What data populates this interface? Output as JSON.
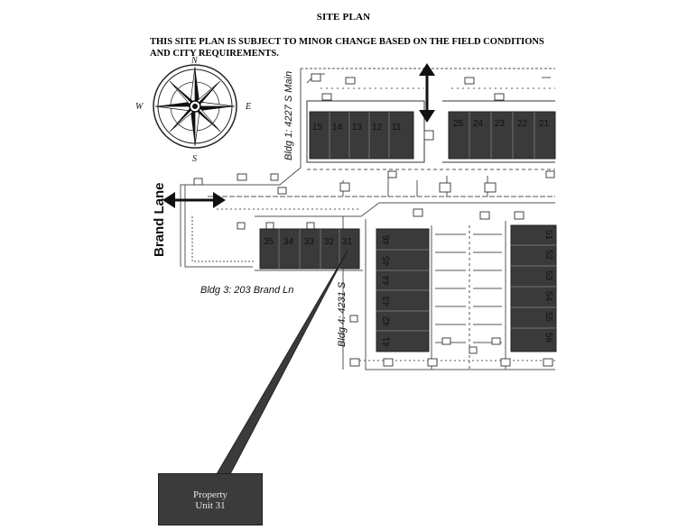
{
  "header": {
    "title": "SITE PLAN",
    "notice_line1": "THIS SITE PLAN IS SUBJECT TO MINOR CHANGE BASED ON THE FIELD CONDITIONS",
    "notice_line2": "AND CITY REQUIREMENTS."
  },
  "compass": {
    "n": "N",
    "s": "S",
    "e": "E",
    "w": "W"
  },
  "roads": {
    "brand_lane": "Brand Lane"
  },
  "buildings": {
    "bldg1": {
      "label": "Bldg 1: 4227 S Main",
      "units": [
        "15",
        "14",
        "13",
        "12",
        "11"
      ]
    },
    "bldg2": {
      "units": [
        "25",
        "24",
        "23",
        "22",
        "21"
      ]
    },
    "bldg3": {
      "label": "Bldg 3: 203 Brand Ln",
      "units": [
        "35",
        "34",
        "33",
        "32",
        "31"
      ]
    },
    "bldg4": {
      "label": "Bldg 4: 4231 S",
      "units": [
        "46",
        "45",
        "44",
        "43",
        "42",
        "41"
      ]
    },
    "bldg5": {
      "units": [
        "51",
        "52",
        "53",
        "54",
        "55",
        "56"
      ]
    }
  },
  "callout": {
    "line1": "Property",
    "line2": "Unit 31"
  },
  "colors": {
    "unit_fill": "#3a3a3a",
    "callout_fill": "#3b3b3b",
    "line": "#555555"
  }
}
